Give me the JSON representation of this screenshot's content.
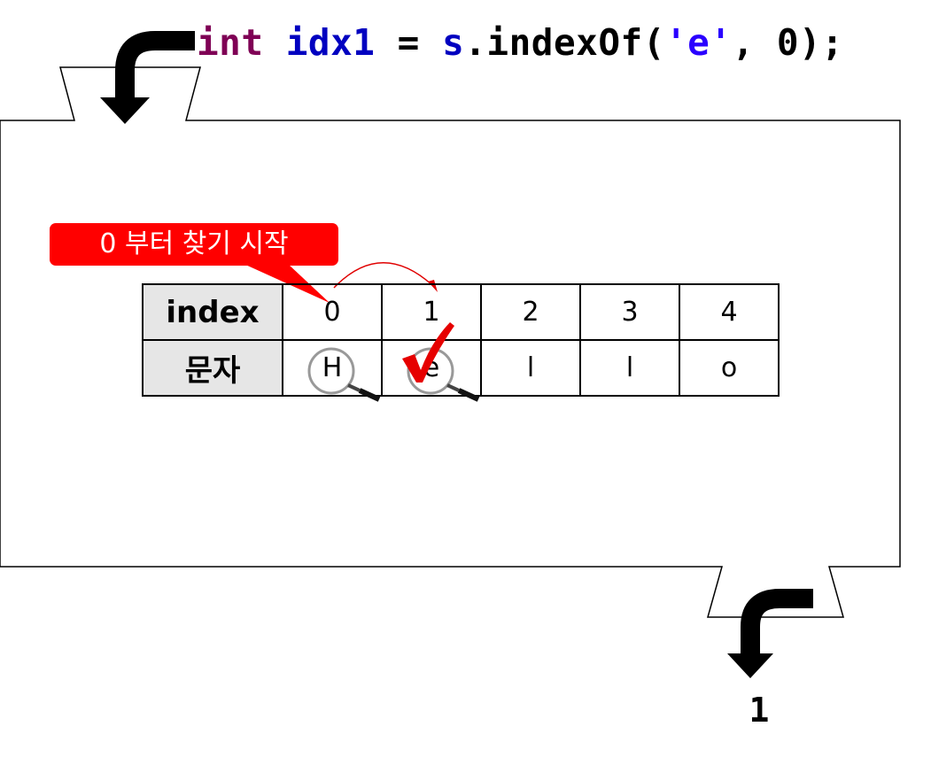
{
  "code": {
    "kw_int": "int",
    "var": "idx1",
    "op": " = ",
    "obj": "s",
    "method": ".indexOf(",
    "char": "'e'",
    "rest": ", 0);"
  },
  "callout": "0 부터 찾기 시작",
  "table": {
    "header_index": "index",
    "header_char": "문자",
    "indices": [
      "0",
      "1",
      "2",
      "3",
      "4"
    ],
    "chars": [
      "H",
      "e",
      "l",
      "l",
      "o"
    ]
  },
  "result": "1",
  "colors": {
    "keyword": "#7f0055",
    "identifier": "#0000c0",
    "string": "#2a00ff",
    "callout": "#ff0000",
    "header_bg": "#e6e6e6"
  }
}
